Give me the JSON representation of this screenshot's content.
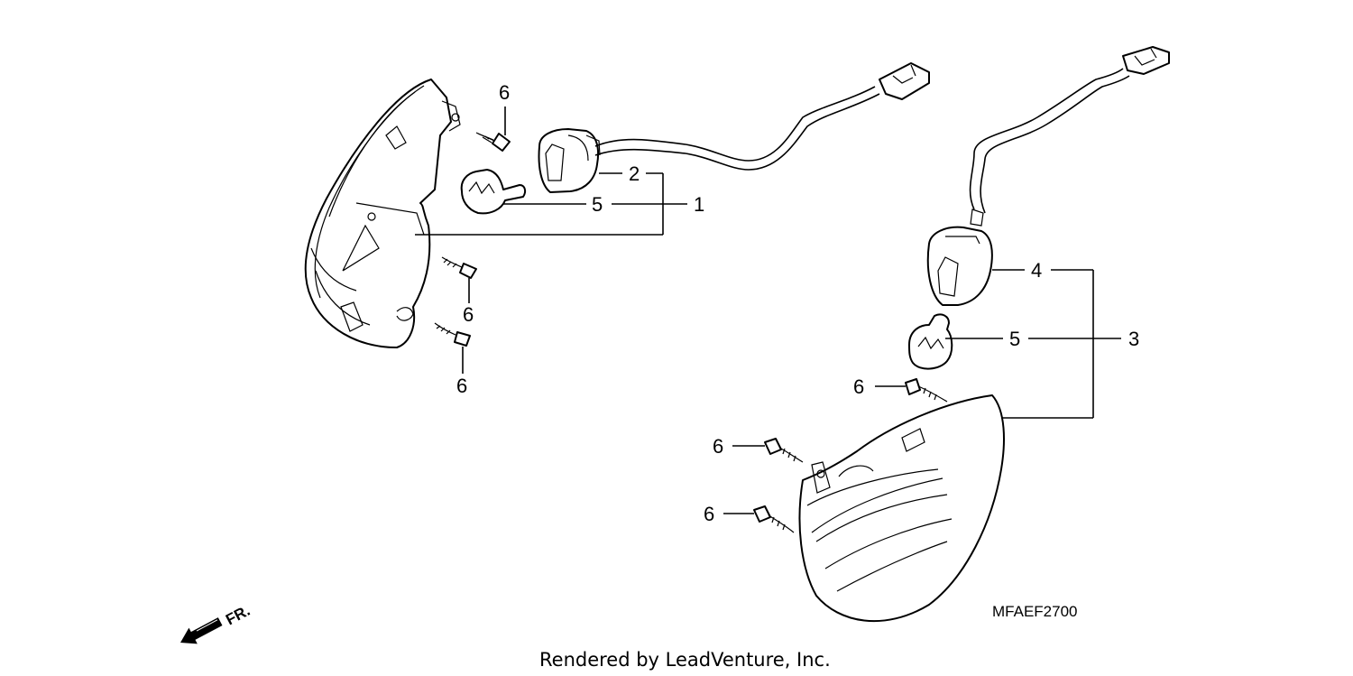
{
  "callouts": {
    "c1": "1",
    "c2": "2",
    "c3": "3",
    "c4": "4",
    "c5a": "5",
    "c5b": "5",
    "c6a": "6",
    "c6b": "6",
    "c6c": "6",
    "c6d": "6",
    "c6e": "6",
    "c6f": "6"
  },
  "diagram_code": "MFAEF2700",
  "credit": "Rendered by LeadVenture, Inc.",
  "direction_label": "FR."
}
